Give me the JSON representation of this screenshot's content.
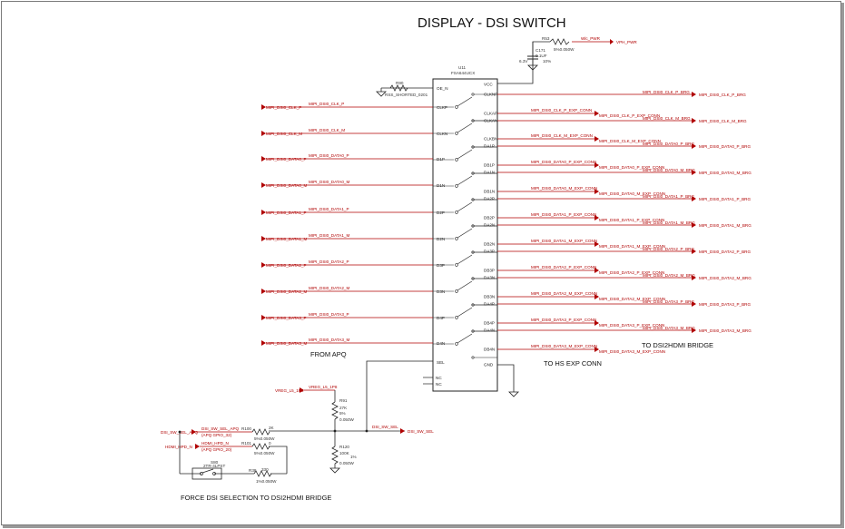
{
  "title": "DISPLAY - DSI SWITCH",
  "annotations": {
    "from_apq": "FROM APQ",
    "to_hs_exp_conn": "TO HS EXP CONN",
    "to_dsi2hdmi": "TO DSI2HDMI BRIDGE",
    "force_dsi": "FORCE DSI SELECTION TO DSI2HDMI BRIDGE"
  },
  "ic": {
    "ref": "U11",
    "part": "FSA644UCX",
    "left_pins": [
      "OE_N",
      "CLKP",
      "CLKN",
      "D1P",
      "D1N",
      "D2P",
      "D2N",
      "D3P",
      "D3N",
      "D4P",
      "D4N",
      "SEL"
    ],
    "nc_pins": [
      "NC",
      "NC"
    ],
    "right_pins": [
      "VCC",
      "CLKNP",
      "CLKAP",
      "CLKAN",
      "CLKBN",
      "DA1P",
      "DB1P",
      "DA1N",
      "DB1N",
      "DA2P",
      "DB2P",
      "DA2N",
      "DB2N",
      "DA3P",
      "DB3P",
      "DA3N",
      "DB3N",
      "DA4P",
      "DB4P",
      "DA4N",
      "DB4N",
      "GND"
    ]
  },
  "inputs": [
    {
      "port": "MIPI_DSI0_CLK_P",
      "net": "MIPI_DSI0_CLK_P"
    },
    {
      "port": "MIPI_DSI0_CLK_M",
      "net": "MIPI_DSI0_CLK_M"
    },
    {
      "port": "MIPI_DSI0_DATA0_P",
      "net": "MIPI_DSI0_DATA0_P"
    },
    {
      "port": "MIPI_DSI0_DATA0_M",
      "net": "MIPI_DSI0_DATA0_M"
    },
    {
      "port": "MIPI_DSI0_DATA1_P",
      "net": "MIPI_DSI0_DATA1_P"
    },
    {
      "port": "MIPI_DSI0_DATA1_M",
      "net": "MIPI_DSI0_DATA1_M"
    },
    {
      "port": "MIPI_DSI0_DATA2_P",
      "net": "MIPI_DSI0_DATA2_P"
    },
    {
      "port": "MIPI_DSI0_DATA2_M",
      "net": "MIPI_DSI0_DATA2_M"
    },
    {
      "port": "MIPI_DSI0_DATA3_P",
      "net": "MIPI_DSI0_DATA3_P"
    },
    {
      "port": "MIPI_DSI0_DATA3_M",
      "net": "MIPI_DSI0_DATA3_M"
    }
  ],
  "exp_nets": [
    "MIPI_DSI0_CLK_P_EXP_CONN",
    "MIPI_DSI0_CLK_M_EXP_CONN",
    "MIPI_DSI0_DATA0_P_EXP_CONN",
    "MIPI_DSI0_DATA0_M_EXP_CONN",
    "MIPI_DSI0_DATA1_P_EXP_CONN",
    "MIPI_DSI0_DATA1_M_EXP_CONN",
    "MIPI_DSI0_DATA2_P_EXP_CONN",
    "MIPI_DSI0_DATA2_M_EXP_CONN",
    "MIPI_DSI0_DATA3_P_EXP_CONN",
    "MIPI_DSI0_DATA3_M_EXP_CONN"
  ],
  "exp_ports": [
    "MIPI_DSI0_CLK_P_EXP_CONN",
    "MIPI_DSI0_CLK_M_EXP_CONN",
    "MIPI_DSI0_DATA0_P_EXP_CONN",
    "MIPI_DSI0_DATA0_M_EXP_CONN",
    "MIPI_DSI0_DATA1_P_EXP_CONN",
    "MIPI_DSI0_DATA1_M_EXP_CONN",
    "MIPI_DSI0_DATA2_P_EXP_CONN",
    "MIPI_DSI0_DATA2_M_EXP_CONN",
    "MIPI_DSI0_DATA3_P_EXP_CONN",
    "MIPI_DSI0_DATA3_M_EXP_CONN"
  ],
  "brg_nets": [
    "MIPI_DSI0_CLK_P_BRG",
    "MIPI_DSI0_CLK_M_BRG",
    "MIPI_DSI0_DATA0_P_BRG",
    "MIPI_DSI0_DATA0_M_BRG",
    "MIPI_DSI0_DATA1_P_BRG",
    "MIPI_DSI0_DATA1_M_BRG",
    "MIPI_DSI0_DATA2_P_BRG",
    "MIPI_DSI0_DATA2_M_BRG",
    "MIPI_DSI0_DATA3_P_BRG",
    "MIPI_DSI0_DATA3_M_BRG"
  ],
  "brg_ports": [
    "MIPI_DSI0_CLK_P_BRG",
    "MIPI_DSI0_CLK_M_BRG",
    "MIPI_DSI0_DATA0_P_BRG",
    "MIPI_DSI0_DATA0_M_BRG",
    "MIPI_DSI0_DATA1_P_BRG",
    "MIPI_DSI0_DATA1_M_BRG",
    "MIPI_DSI0_DATA2_P_BRG",
    "MIPI_DSI0_DATA2_M_BRG",
    "MIPI_DSI0_DATA3_P_BRG",
    "MIPI_DSI0_DATA3_M_BRG"
  ],
  "power": {
    "r_ref": "R53",
    "r_value": "5%0.050W",
    "net": "Wlc_PWR",
    "port": "VPH_PWR",
    "c_ref": "C171",
    "c_value": "0.1UF",
    "c_volt": "6.3V",
    "c_tol": "10%"
  },
  "oe": {
    "r_ref": "R90",
    "net": "RSS_SHORTED_0201"
  },
  "sel": {
    "vreg_port": "VREG_L5_1P8",
    "vreg_net": "VREG_L5_1P8",
    "r91_ref": "R91",
    "r91_value": "27K",
    "r91_tol": "5%",
    "r91_power": "0.050W",
    "dsi_sel_net": "DSI_SW_SEL",
    "dsi_sel_port": "DSI_SW_SEL",
    "r120_ref": "R120",
    "r120_value": "100K",
    "r120_tol": "1%",
    "r120_power": "0.050W",
    "in_port": "DSI_SW_SEL_APQ",
    "in_net": "DSI_SW_SEL_APQ",
    "in_gpio": "(APQ GPIO_32)",
    "r100_ref": "R100",
    "r100_value": "2K",
    "r100_spec": "5%0.050W",
    "hdmi_port": "HDMI_HPD_N",
    "hdmi_net": "HDMI_HPD_N",
    "hdmi_gpio": "(APQ GPIO_20)",
    "r101_ref": "R101",
    "r101_value": "0",
    "r101_spec": "5%0.050W",
    "sw_ref": "S80",
    "sw_part": "2TR-4LPST",
    "r38_ref": "R38",
    "r38_value": "330",
    "r38_spec": "1%0.050W"
  }
}
